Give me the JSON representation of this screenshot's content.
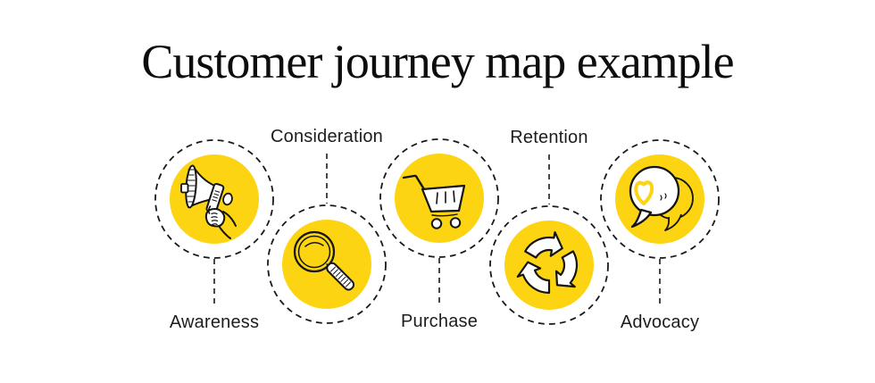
{
  "title": "Customer journey map example",
  "stages": [
    {
      "id": "awareness",
      "label": "Awareness",
      "icon": "megaphone-icon"
    },
    {
      "id": "consideration",
      "label": "Consideration",
      "icon": "magnifying-glass-icon"
    },
    {
      "id": "purchase",
      "label": "Purchase",
      "icon": "shopping-cart-icon"
    },
    {
      "id": "retention",
      "label": "Retention",
      "icon": "cycle-arrows-icon"
    },
    {
      "id": "advocacy",
      "label": "Advocacy",
      "icon": "speech-bubbles-heart-icon"
    }
  ],
  "colors": {
    "accent_yellow": "#FCD411",
    "outline": "#1A1A1A",
    "background": "#FFFFFF",
    "label_text": "#1D1D1D",
    "title_text": "#0D0D0D"
  }
}
